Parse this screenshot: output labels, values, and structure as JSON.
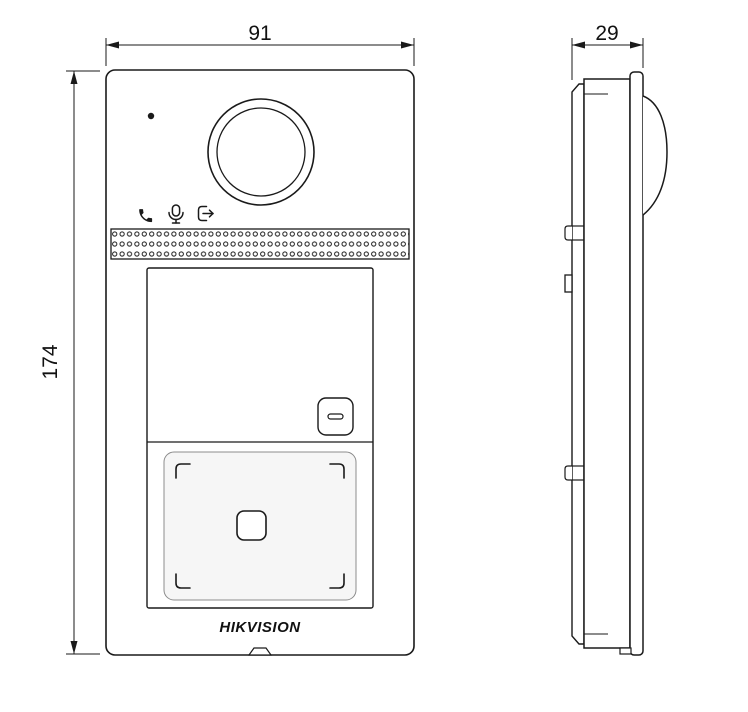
{
  "dimensions": {
    "front_width": "91",
    "front_height": "174",
    "side_depth": "29"
  },
  "branding": {
    "logo": "HIKVISION"
  },
  "icons": {
    "call": "call-icon",
    "mic": "mic-icon",
    "exit": "exit-icon"
  },
  "colors": {
    "line": "#1a1a1a",
    "background": "#ffffff",
    "card_area_fill": "#f6f6f6"
  }
}
